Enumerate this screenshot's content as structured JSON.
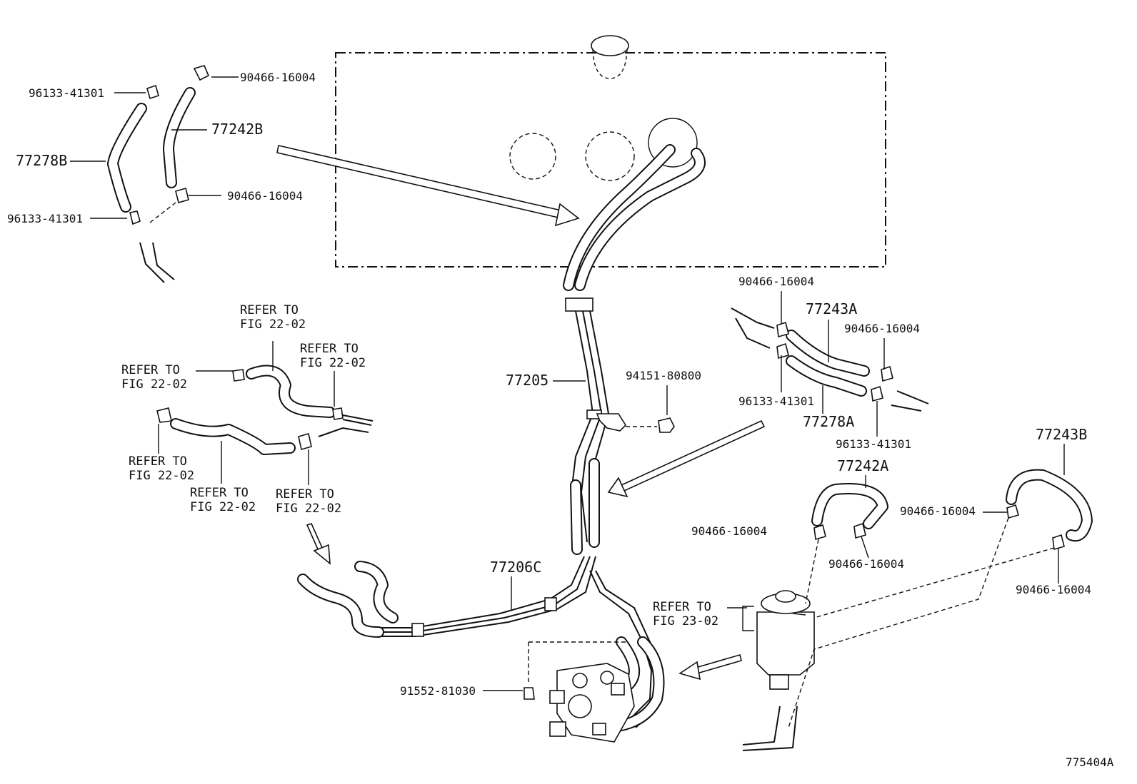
{
  "callouts": {
    "p96133_top": "96133-41301",
    "p90466_top": "90466-16004",
    "p77278B": "77278B",
    "p77242B": "77242B",
    "p90466_mid_left": "90466-16004",
    "p96133_bottom_left": "96133-41301",
    "p90466_right_top": "90466-16004",
    "p77243A": "77243A",
    "p90466_right_2": "90466-16004",
    "p96133_right_mid": "96133-41301",
    "p77278A": "77278A",
    "p96133_right_low": "96133-41301",
    "p77205": "77205",
    "p94151": "94151-80800",
    "p77242A": "77242A",
    "p77243B": "77243B",
    "p90466_right_3": "90466-16004",
    "p90466_center_right": "90466-16004",
    "p90466_below_77242A": "90466-16004",
    "p90466_far_right": "90466-16004",
    "p77206C": "77206C",
    "p91552": "91552-81030",
    "figure_id": "775404A"
  },
  "references": {
    "r1_line1": "REFER TO",
    "r1_line2": "FIG 22-02",
    "r2_line1": "REFER TO",
    "r2_line2": "FIG 22-02",
    "r3_line1": "REFER TO",
    "r3_line2": "FIG 22-02",
    "r4_line1": "REFER TO",
    "r4_line2": "FIG 22-02",
    "r5_line1": "REFER TO",
    "r5_line2": "FIG 22-02",
    "r6_line1": "REFER TO",
    "r6_line2": "FIG 22-02",
    "r7_line1": "REFER TO",
    "r7_line2": "FIG 23-02"
  }
}
